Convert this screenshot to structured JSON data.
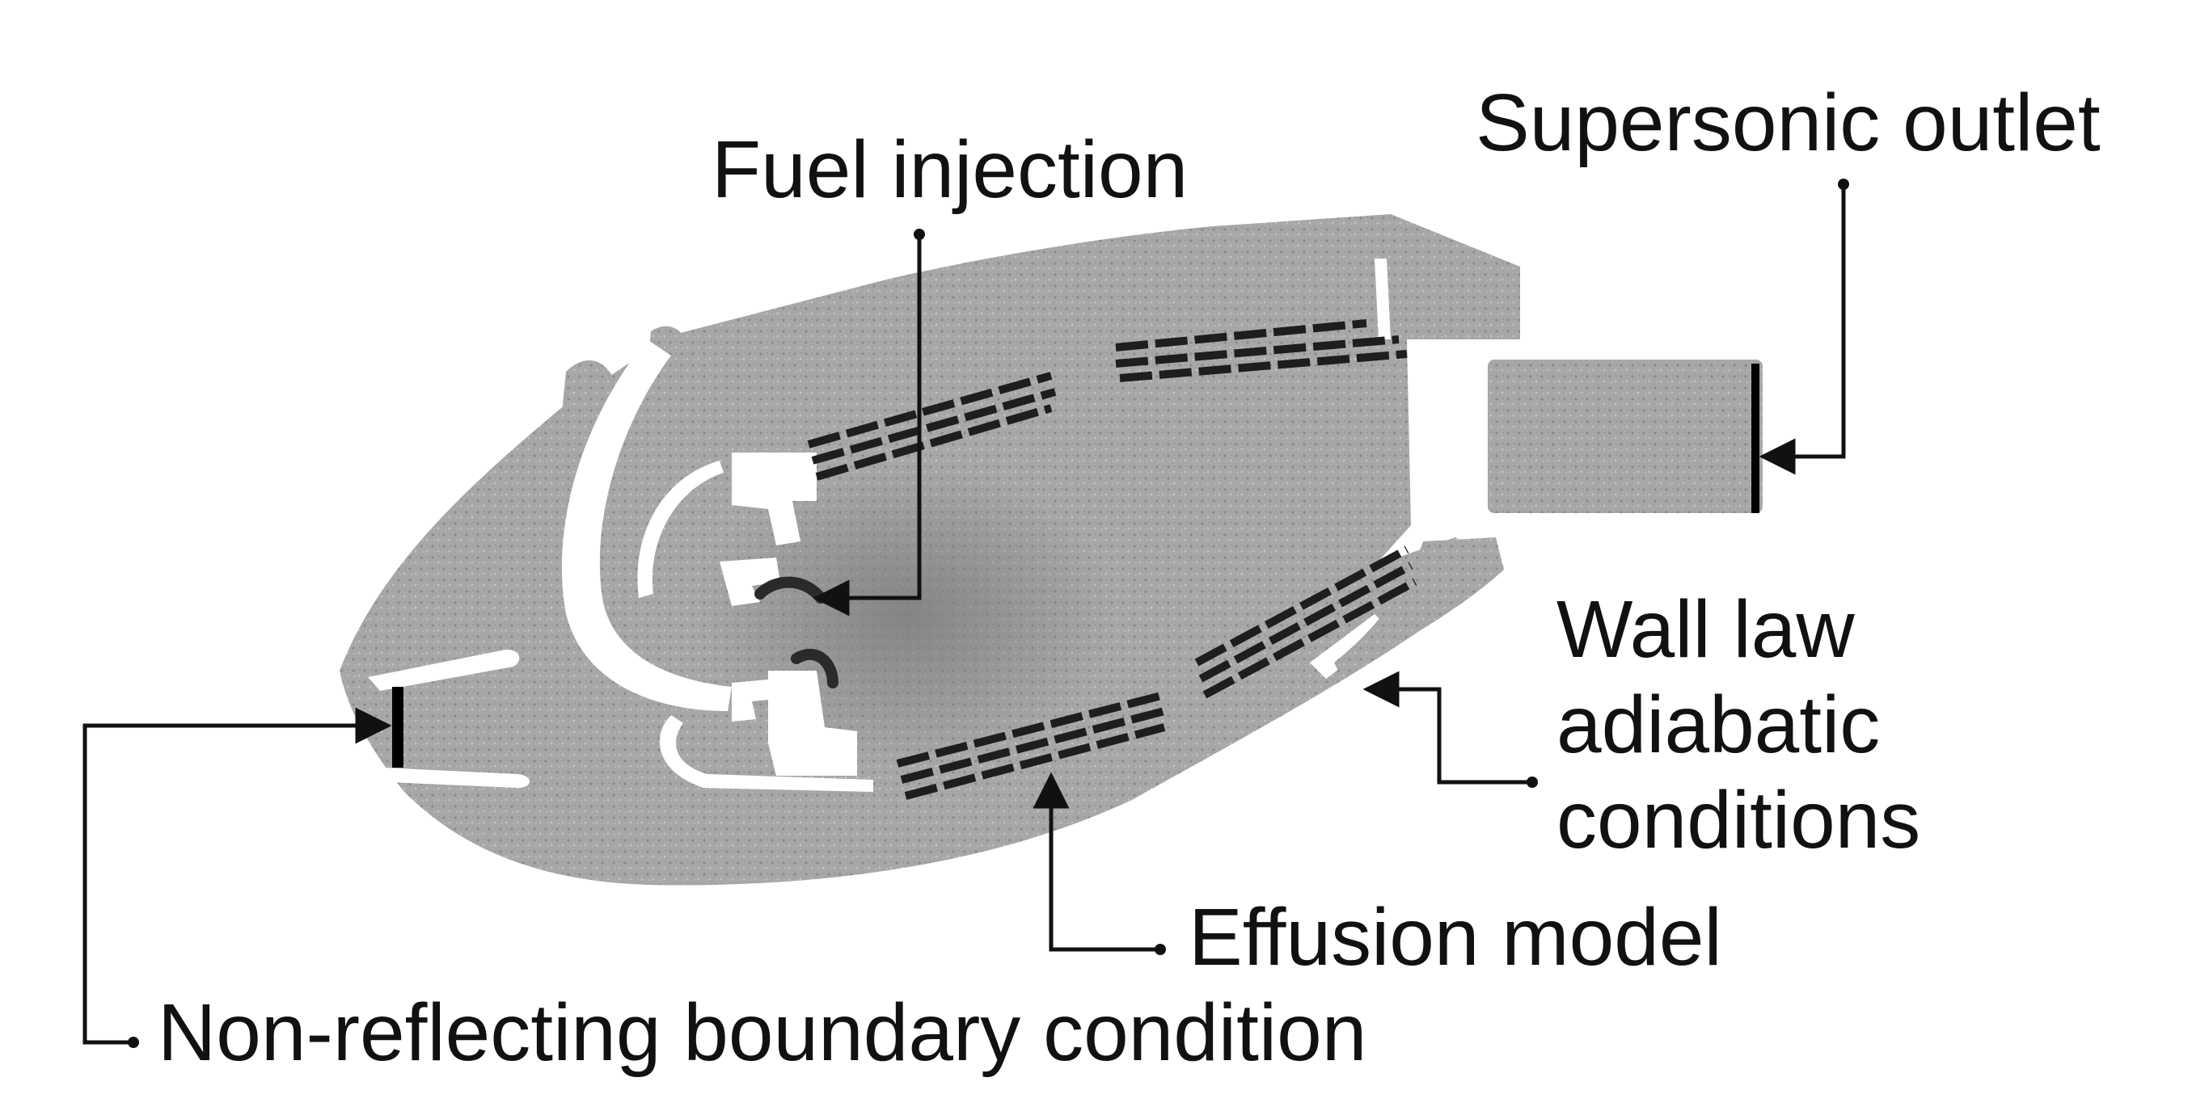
{
  "figure": {
    "labels": {
      "fuel_injection": "Fuel injection",
      "supersonic_outlet": "Supersonic outlet",
      "wall_law_line1": "Wall law",
      "wall_law_line2": "adiabatic",
      "wall_law_line3": "conditions",
      "effusion_model": "Effusion model",
      "non_reflecting": "Non-reflecting boundary condition"
    },
    "colors": {
      "mesh_fill": "#a9a9a9",
      "mesh_core": "#8d8d8d",
      "wall_gap": "#ffffff",
      "effusion_patch": "#1e1e1e",
      "boundary_bar": "#000000",
      "leader_line": "#111111"
    }
  }
}
